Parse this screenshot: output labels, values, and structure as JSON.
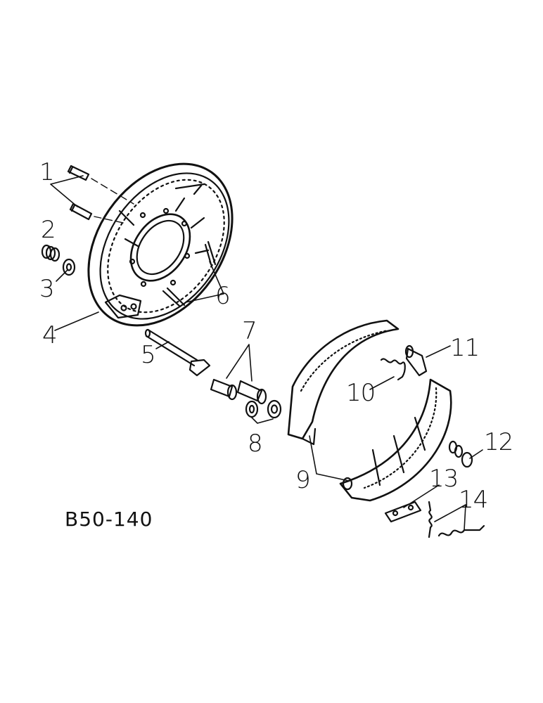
{
  "figure_id": "B50-140",
  "callouts": [
    "1",
    "2",
    "3",
    "4",
    "5",
    "6",
    "7",
    "8",
    "9",
    "10",
    "11",
    "12",
    "13",
    "14"
  ]
}
